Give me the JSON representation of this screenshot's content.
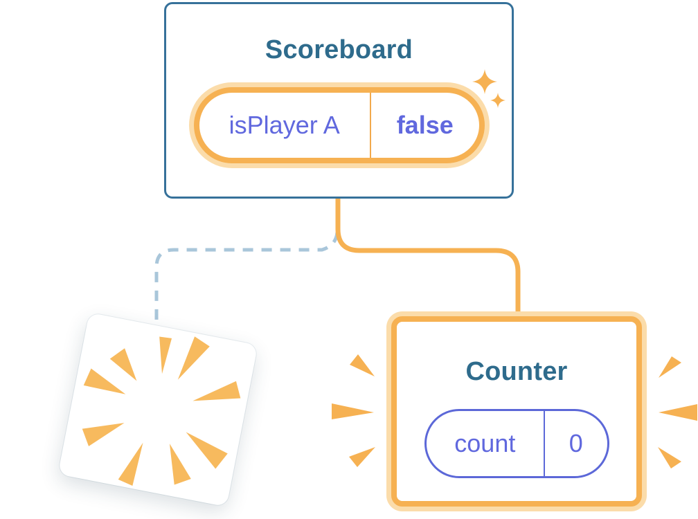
{
  "scoreboard": {
    "title": "Scoreboard",
    "state": {
      "name": "isPlayer A",
      "value": "false"
    }
  },
  "counter": {
    "title": "Counter",
    "state": {
      "name": "count",
      "value": "0"
    }
  },
  "colors": {
    "component_border_blue": "#36719a",
    "component_title_blue": "#2e6b8c",
    "highlight_orange": "#f6b152",
    "highlight_orange_glow": "#fbdcaa",
    "state_text_purple": "#6068de",
    "count_pill_border_purple": "#5c68d8",
    "removed_link_dash_blue": "#a9c6da",
    "card_background": "#ffffff"
  },
  "icons": {
    "scoreboard_decoration": "sparkle-icon",
    "counter_emphasis": "burst-rays-icon",
    "destroyed_component": "explosion-burst-icon"
  }
}
